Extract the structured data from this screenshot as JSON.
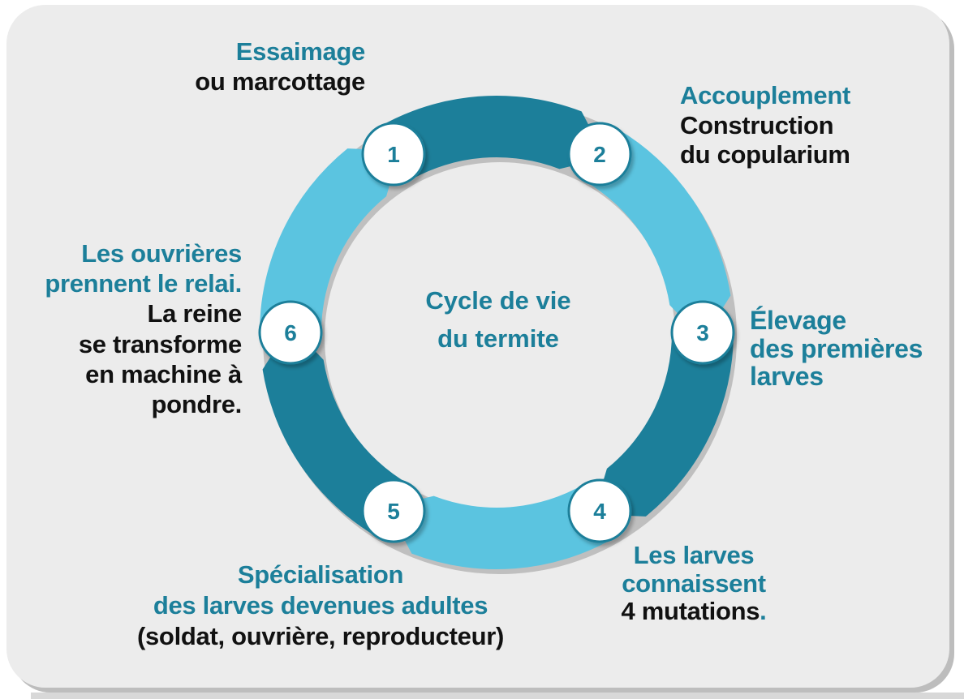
{
  "center": {
    "line1": "Cycle de vie",
    "line2": "du termite"
  },
  "steps": [
    {
      "number": "1",
      "title": "Essaimage",
      "text": [
        "ou marcottage"
      ]
    },
    {
      "number": "2",
      "title": "Accouplement",
      "text": [
        "Construction",
        "du copularium"
      ]
    },
    {
      "number": "3",
      "title_lines": [
        "Élevage",
        "des premières",
        "larves"
      ]
    },
    {
      "number": "4",
      "title_lines": [
        "Les larves",
        "connaissent"
      ],
      "text": [
        "4 mutations"
      ],
      "trail": "."
    },
    {
      "number": "5",
      "title_lines": [
        "Spécialisation",
        "des larves devenues adultes"
      ],
      "text": [
        "(soldat, ouvrière, reproducteur)"
      ]
    },
    {
      "number": "6",
      "title_lines": [
        "Les ouvrières",
        "prennent le relai."
      ],
      "text": [
        "La reine",
        "se transforme",
        "en machine à",
        "pondre."
      ]
    }
  ],
  "colors": {
    "dark_teal": "#1c7f9a",
    "light_teal": "#5bc4e0",
    "card_bg": "#ececec",
    "text_dark": "#111111"
  }
}
